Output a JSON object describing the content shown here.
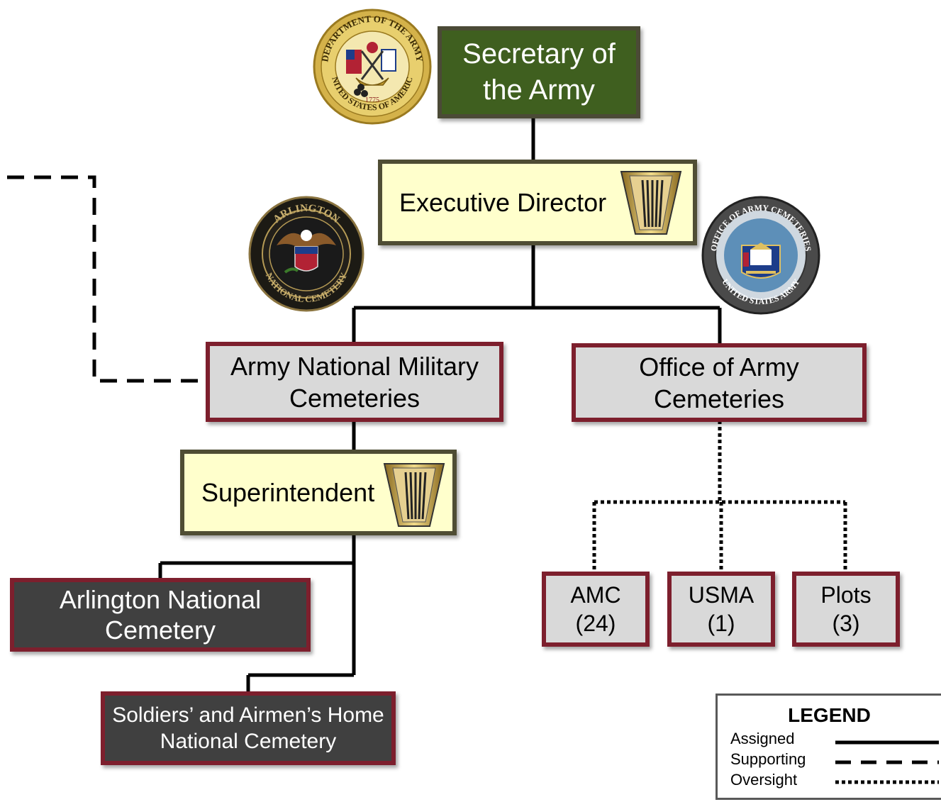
{
  "nodes": {
    "secretary": "Secretary of the Army",
    "executive_director": "Executive Director",
    "anmc": "Army National Military Cemeteries",
    "oac": "Office of Army Cemeteries",
    "superintendent": "Superintendent",
    "arlington": "Arlington National Cemetery",
    "shs_line1": "Soldiers’ and Airmen’s Home",
    "shs_line2": "National Cemetery",
    "amc": "AMC",
    "amc_count": "(24)",
    "usma": "USMA",
    "usma_count": "(1)",
    "plots": "Plots",
    "plots_count": "(3)"
  },
  "seals": {
    "army_outer": "DEPARTMENT OF THE ARMY",
    "army_lower": "UNITED STATES OF AMERICA",
    "army_year": "1775",
    "arlington_top": "ARLINGTON",
    "arlington_bottom": "NATIONAL CEMETERY",
    "oac_top": "OFFICE OF ARMY CEMETERIES",
    "oac_bottom": "UNITED STATES ARMY"
  },
  "legend": {
    "title": "LEGEND",
    "items": [
      {
        "label": "Assigned",
        "style": "solid"
      },
      {
        "label": "Supporting",
        "style": "dashed"
      },
      {
        "label": "Oversight",
        "style": "dotted"
      }
    ]
  },
  "colors": {
    "secretary_fill": "#3f5f1f",
    "director_fill": "#ffffcc",
    "org_fill": "#d9d9d9",
    "cemetery_fill": "#404040",
    "maroon_border": "#7d1f2d",
    "olive_border": "#4f4d34"
  }
}
